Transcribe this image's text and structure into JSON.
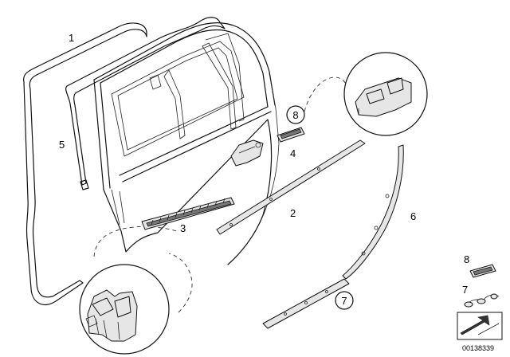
{
  "labels": {
    "l1": "1",
    "l2": "2",
    "l3": "3",
    "l4": "4",
    "l5": "5",
    "l6": "6",
    "l7_legend": "7",
    "l8_legend": "8",
    "l7_circled": "7",
    "l8_circled": "8"
  },
  "diagram_id": "00138339"
}
